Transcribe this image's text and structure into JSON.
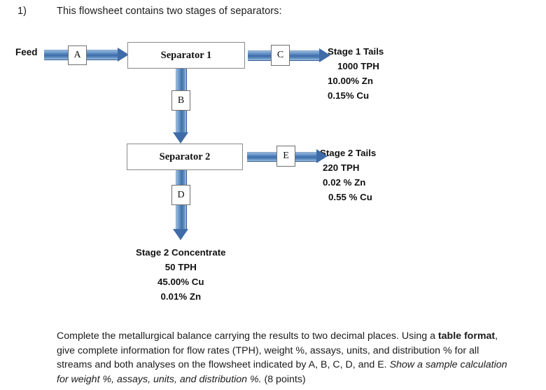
{
  "header": {
    "number": "1)",
    "text": "This flowsheet contains two stages of separators:"
  },
  "flowsheet": {
    "feed_label": "Feed",
    "separators": [
      {
        "id": "sep1",
        "label": "Separator 1"
      },
      {
        "id": "sep2",
        "label": "Separator 2"
      }
    ],
    "stream_boxes": [
      {
        "id": "A",
        "label": "A"
      },
      {
        "id": "B",
        "label": "B"
      },
      {
        "id": "C",
        "label": "C"
      },
      {
        "id": "D",
        "label": "D"
      },
      {
        "id": "E",
        "label": "E"
      }
    ],
    "stage1_tails": {
      "title": "Stage 1 Tails",
      "rate": "1000 TPH",
      "zn": "10.00% Zn",
      "cu": "0.15% Cu"
    },
    "stage2_tails": {
      "title": "Stage 2 Tails",
      "rate": "220 TPH",
      "zn": "0.02 % Zn",
      "cu": "0.55 % Cu"
    },
    "stage2_concentrate": {
      "title": "Stage 2 Concentrate",
      "rate": "50 TPH",
      "cu": "45.00% Cu",
      "zn": "0.01% Zn"
    },
    "arrow_color": "#3f6ca8",
    "arrow_highlight": "#9dbbdd"
  },
  "question": {
    "part1": "Complete the metallurgical balance carrying the results to two decimal places. Using a ",
    "bold1": "table format",
    "part2": ", give complete information for flow rates (TPH), weight %, assays, units, and distribution % for all streams and both analyses on the flowsheet indicated by A, B, C, D, and E. ",
    "italic1": "Show a sample calculation for weight %, assays, units, and distribution %.",
    "part3": " (8 points)"
  }
}
